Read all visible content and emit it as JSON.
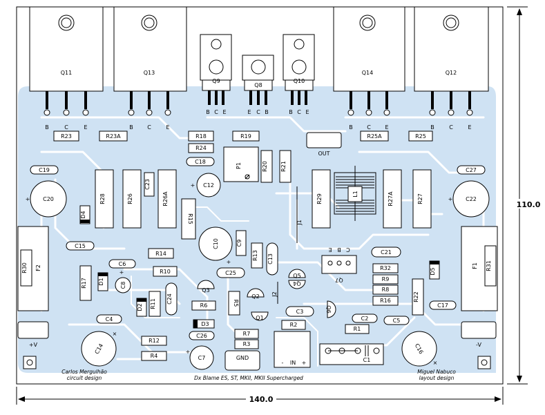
{
  "board": {
    "title_note": "Dx Blame ES, ST, MKII, MKII Supercharged",
    "credit_left": [
      "Carlos Mergulhão",
      "circuit design"
    ],
    "credit_right": [
      "Miguel Nabuco",
      "layout design"
    ],
    "width_label": "140.0",
    "height_label": "110.0",
    "colors": {
      "copper": "#cfe2f3",
      "pad": "#ffffff",
      "outline": "#000000"
    }
  },
  "transistors_large": [
    {
      "ref": "Q11",
      "pins": [
        "B",
        "C",
        "E"
      ]
    },
    {
      "ref": "Q13",
      "pins": [
        "B",
        "C",
        "E"
      ]
    },
    {
      "ref": "Q14",
      "pins": [
        "B",
        "C",
        "E"
      ]
    },
    {
      "ref": "Q12",
      "pins": [
        "B",
        "C",
        "E"
      ]
    }
  ],
  "transistors_small": [
    {
      "ref": "Q9",
      "pins": [
        "B",
        "C",
        "E"
      ]
    },
    {
      "ref": "Q8",
      "pins": [
        "E",
        "C",
        "B"
      ]
    },
    {
      "ref": "Q10",
      "pins": [
        "B",
        "C",
        "E"
      ]
    }
  ],
  "resistors": [
    "R23",
    "R23A",
    "R18",
    "R19",
    "R24",
    "R20",
    "R21",
    "R25A",
    "R25",
    "R28",
    "R26",
    "R26A",
    "R15",
    "R29",
    "R27A",
    "R27",
    "R30",
    "R31",
    "R14",
    "R10",
    "R13",
    "R17",
    "R11",
    "R6",
    "R5",
    "R32",
    "R9",
    "R8",
    "R16",
    "R22",
    "R12",
    "R4",
    "R7",
    "R3",
    "R2",
    "R1"
  ],
  "capacitors": [
    "C19",
    "C20",
    "C18",
    "C12",
    "C23",
    "C27",
    "C22",
    "C10",
    "C9",
    "C15",
    "C6",
    "C8",
    "C25",
    "C13",
    "C21",
    "C24",
    "C4",
    "C26",
    "C7",
    "C14",
    "C3",
    "C2",
    "C5",
    "C17",
    "C16",
    "C1"
  ],
  "diodes": [
    "D4",
    "D1",
    "D2",
    "D3",
    "D5"
  ],
  "small_transistors_misc": [
    "Q3",
    "Q2",
    "Q1",
    "Q5",
    "Q4",
    "Q7",
    "Q6"
  ],
  "q7_pins": [
    "E",
    "B",
    "C"
  ],
  "misc": {
    "P1": "P1",
    "L1": "L1",
    "J1": "J1",
    "J2": "J2",
    "F1": "F1",
    "F2": "F2"
  },
  "connectors": {
    "out": "OUT",
    "gnd": "GND",
    "in": "IN",
    "in_minus": "-",
    "in_plus": "+",
    "vpos": "+V",
    "vneg": "-V"
  },
  "polarity": [
    "+",
    "+",
    "+",
    "+",
    "+",
    "+",
    "+",
    "+",
    "×",
    "×"
  ]
}
